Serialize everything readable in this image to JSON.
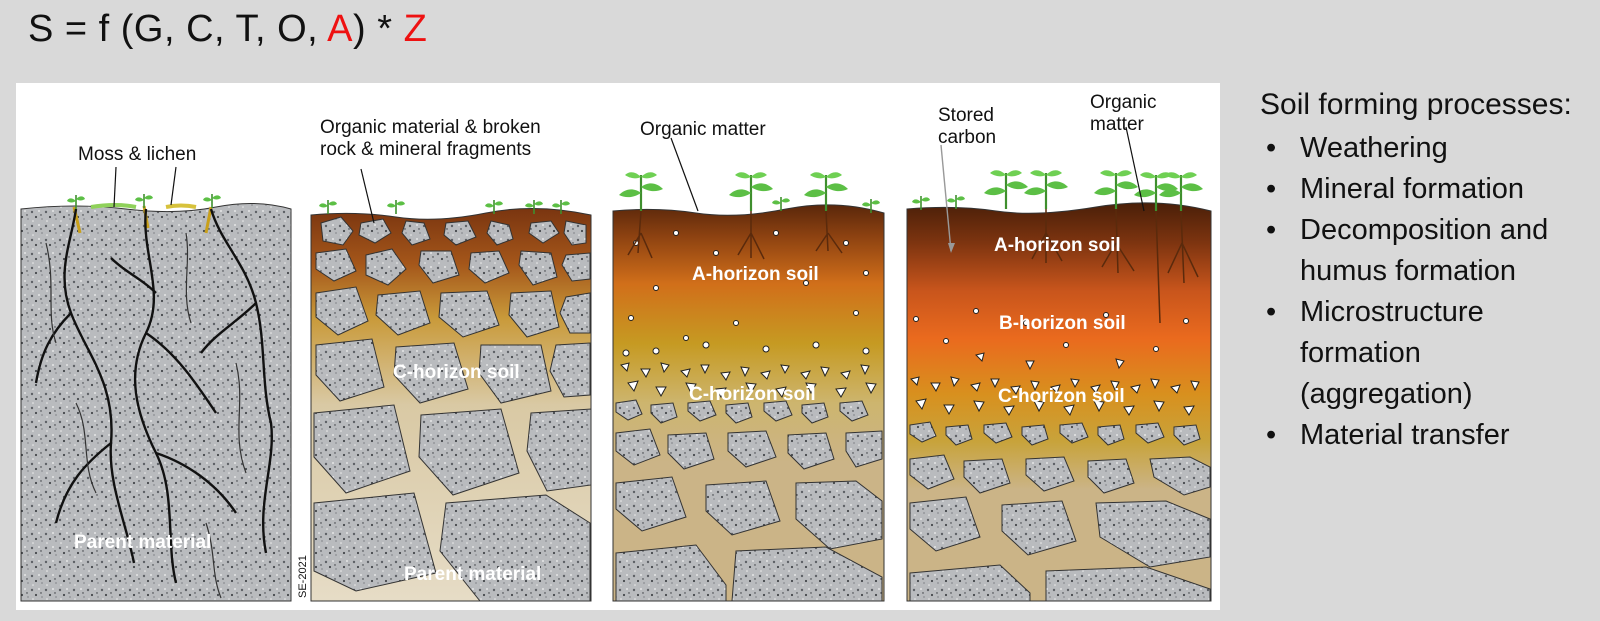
{
  "formula": {
    "prefix": "S = f (G, C, T, O, ",
    "a": "A",
    "mid": ") * ",
    "z": "Z"
  },
  "figure": {
    "panels": [
      {
        "labels": {
          "moss": "Moss & lichen",
          "parent": "Parent material"
        }
      },
      {
        "labels": {
          "organic": "Organic material & broken",
          "organic2": "rock & mineral fragments",
          "c": "C-horizon soil",
          "parent": "Parent material"
        }
      },
      {
        "labels": {
          "organic": "Organic matter",
          "a": "A-horizon soil",
          "c": "C-horizon soil"
        }
      },
      {
        "labels": {
          "stored": "Stored",
          "stored2": "carbon",
          "organic": "Organic",
          "organic2": "matter",
          "a": "A-horizon soil",
          "b": "B-horizon soil",
          "c": "C-horizon soil"
        }
      }
    ],
    "credit": "SE-2021"
  },
  "colors": {
    "rock": "#b6b8bb",
    "organic_dark": "#6b2f0c",
    "horizon_orange": "#d7761b",
    "horizon_yellow": "#c4a020",
    "c_horizon": "#cbb487",
    "plant": "#55b542",
    "label_red": "#ee1111"
  },
  "processes": {
    "title": "Soil forming processes:",
    "items": [
      "Weathering",
      "Mineral formation",
      "Decomposition and humus formation",
      "Microstructure formation (aggregation)",
      "Material transfer"
    ]
  }
}
